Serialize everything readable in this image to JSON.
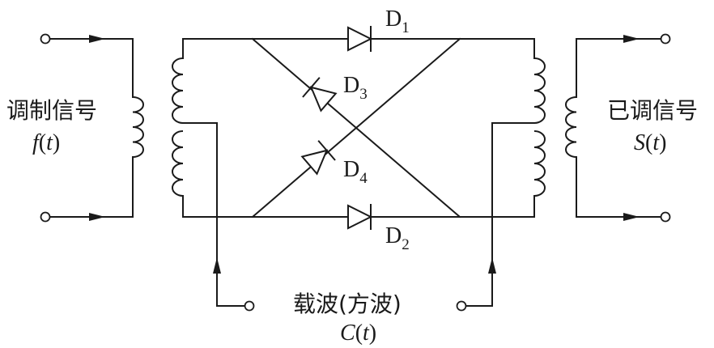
{
  "labels": {
    "input_title": "调制信号",
    "input_sym": "f",
    "output_title": "已调信号",
    "output_sym": "S",
    "carrier_title": "载波(方波)",
    "carrier_sym": "C",
    "t": "t",
    "open_paren": "(",
    "close_paren": ")",
    "diodes": [
      {
        "letter": "D",
        "index": "1"
      },
      {
        "letter": "D",
        "index": "2"
      },
      {
        "letter": "D",
        "index": "3"
      },
      {
        "letter": "D",
        "index": "4"
      }
    ]
  }
}
